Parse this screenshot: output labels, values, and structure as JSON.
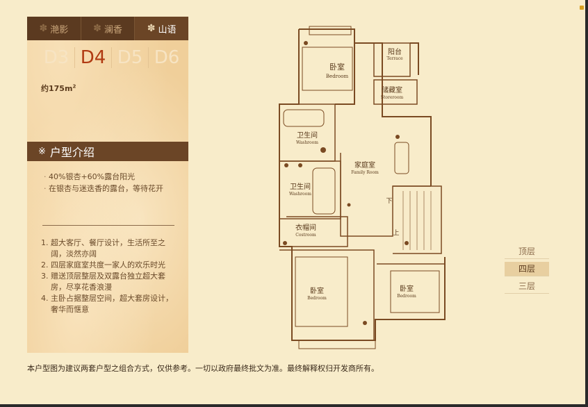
{
  "tabs": [
    {
      "label": "滟影",
      "active": false
    },
    {
      "label": "澜香",
      "active": false
    },
    {
      "label": "山语",
      "active": true
    }
  ],
  "units": [
    {
      "label": "D3",
      "active": false
    },
    {
      "label": "D4",
      "active": true
    },
    {
      "label": "D5",
      "active": false
    },
    {
      "label": "D6",
      "active": false
    }
  ],
  "area": {
    "text": "约175m",
    "sup": "2"
  },
  "intro": {
    "mark": "※",
    "title": "户型介绍"
  },
  "highlights": [
    "40%银杏+60%露台阳光",
    "在银杏与迷迭香的露台，等待花开"
  ],
  "features": [
    {
      "num": "1.",
      "text": "超大客厅、餐厅设计，生活所至之阔，淡然亦阔"
    },
    {
      "num": "2.",
      "text": "四层家庭室共度一家人的欢乐时光"
    },
    {
      "num": "3.",
      "text": "赠送顶层整层及双露台独立超大套房，尽享花香浪漫"
    },
    {
      "num": "4.",
      "text": "主卧占据整层空间，超大套房设计，奢华而惬意"
    }
  ],
  "floors": [
    {
      "label": "顶层",
      "active": false
    },
    {
      "label": "四层",
      "active": true
    },
    {
      "label": "三层",
      "active": false
    }
  ],
  "rooms": {
    "bedroom_top": {
      "cn": "卧室",
      "en": "Bedroom"
    },
    "terrace": {
      "cn": "阳台",
      "en": "Terrace"
    },
    "storeroom": {
      "cn": "储藏室",
      "en": "Storeroom"
    },
    "washroom_1": {
      "cn": "卫生间",
      "en": "Washroom"
    },
    "family_room": {
      "cn": "家庭室",
      "en": "Family Room"
    },
    "washroom_2": {
      "cn": "卫生间",
      "en": "Washroom"
    },
    "cloakroom": {
      "cn": "衣帽间",
      "en": "Costroom"
    },
    "bedroom_left": {
      "cn": "卧室",
      "en": "Bedroom"
    },
    "bedroom_right": {
      "cn": "卧室",
      "en": "Bedroom"
    },
    "down": "下",
    "up": "上"
  },
  "footer": "本户型图为建议两套户型之组合方式，仅供参考。一切以政府最终批文为准。最终解释权归开发商所有。",
  "colors": {
    "accent": "#b03a12",
    "brown": "#6b4526",
    "wall": "#7a4a22",
    "bg": "#f8ecca"
  }
}
